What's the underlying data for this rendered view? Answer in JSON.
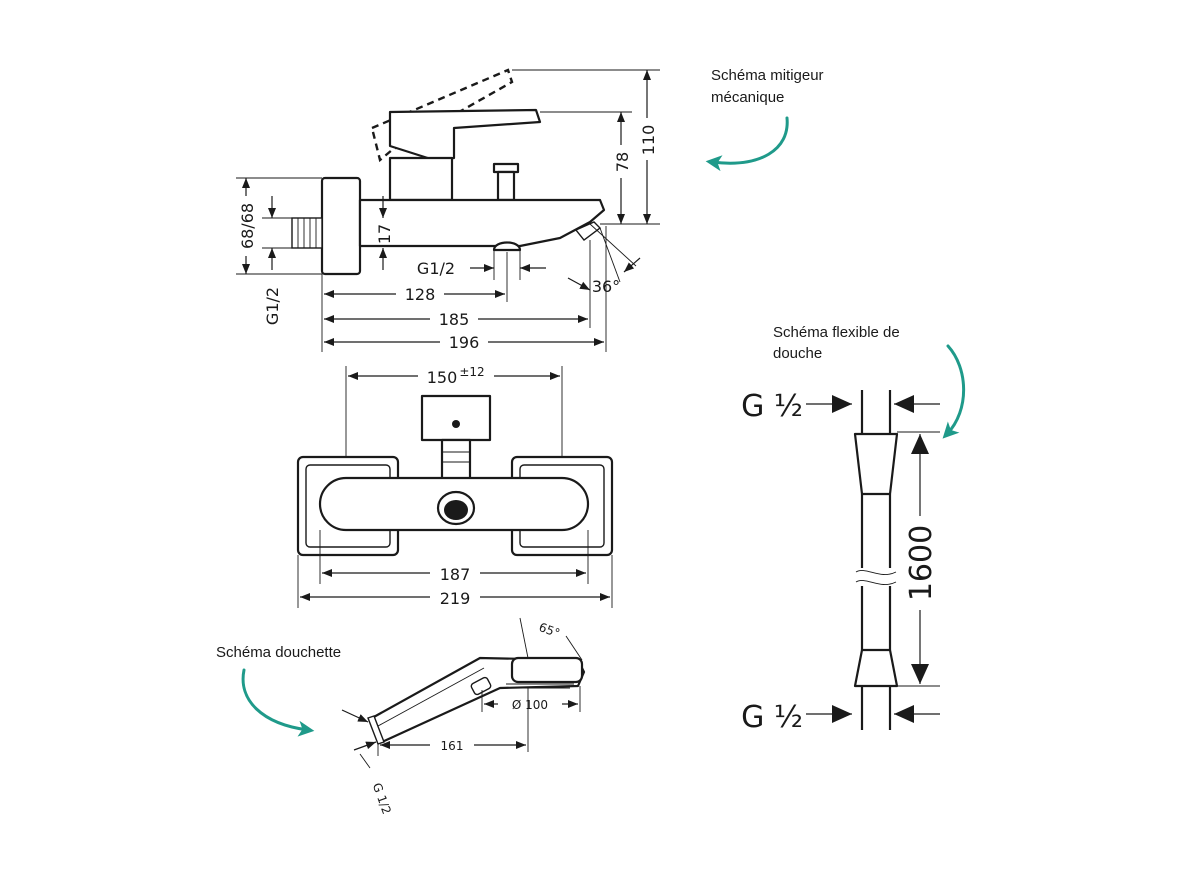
{
  "notes": {
    "mixer": [
      "Schéma mitigeur",
      "mécanique"
    ],
    "hose": [
      "Schéma flexible de",
      "douche"
    ],
    "handshower": "Schéma douchette"
  },
  "side_view": {
    "height_110": "110",
    "height_78": "78",
    "spacing_68": "68/68",
    "thread_left": "G1/2",
    "dim_17": "17",
    "thread_outlet": "G1/2",
    "angle": "36°",
    "len_128": "128",
    "len_185": "185",
    "len_196": "196"
  },
  "front_view": {
    "width_150": "150",
    "tolerance": "±12",
    "width_187": "187",
    "width_219": "219"
  },
  "hose": {
    "thread_top": "G ½",
    "thread_bottom": "G ½",
    "length": "1600"
  },
  "handshower": {
    "angle": "65°",
    "diameter": "Ø 100",
    "length": "161",
    "thread": "G 1/2"
  },
  "colors": {
    "accent": "#1f9a8a",
    "line": "#1a1a1a"
  }
}
